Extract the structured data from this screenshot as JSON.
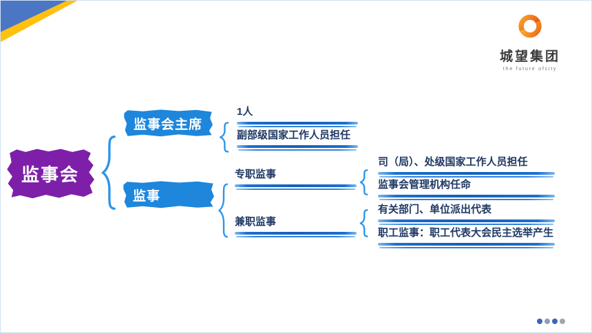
{
  "logo": {
    "name": "城望集团",
    "tagline": "the  future  ofcity"
  },
  "diagram": {
    "root": {
      "label": "监事会"
    },
    "branches": [
      {
        "label": "监事会主席",
        "children": [
          {
            "label": "1人"
          },
          {
            "label": "副部级国家工作人员担任"
          }
        ]
      },
      {
        "label": "监事",
        "children": [
          {
            "label": "专职监事",
            "children": [
              {
                "label": "司（局）、处级国家工作人员担任"
              },
              {
                "label": "监事会管理机构任命"
              }
            ]
          },
          {
            "label": "兼职监事",
            "children": [
              {
                "label": "有关部门、单位派出代表"
              },
              {
                "label": "职工监事：职工代表大会民主选举产生"
              }
            ]
          }
        ]
      }
    ]
  },
  "pagination": {
    "dots": [
      {
        "color": "#3a66b8"
      },
      {
        "color": "#8e9eb3"
      },
      {
        "color": "#3a66b8"
      },
      {
        "color": "#9fa6ad"
      }
    ]
  },
  "colors": {
    "corner_blue": "#4a76c4",
    "corner_yellow": "#ffc010",
    "root_purple": "#7d1fa8",
    "box_blue": "#1e86db",
    "brace_blue": "#2d96e8",
    "rule_blue": "#155fbb",
    "text_navy": "#1f3864",
    "logo_orange": "#ef7f1a"
  }
}
